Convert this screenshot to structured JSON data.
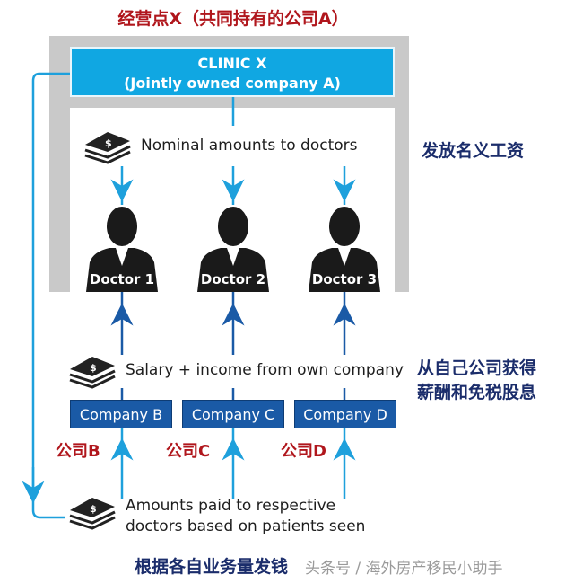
{
  "title": "经营点X（共同持有的公司A）",
  "clinic": {
    "name": "CLINIC X",
    "subtitle": "(Jointly owned company A)"
  },
  "nominal_text": "Nominal amounts to doctors",
  "nominal_cn": "发放名义工资",
  "doctors": [
    "Doctor 1",
    "Doctor 2",
    "Doctor 3"
  ],
  "salary_text": "Salary + income from own company",
  "salary_cn": [
    "从自己公司获得",
    "薪酬和免税股息"
  ],
  "companies": [
    "Company B",
    "Company C",
    "Company D"
  ],
  "companies_cn": [
    "公司B",
    "公司C",
    "公司D"
  ],
  "amounts_text": [
    "Amounts paid to respective",
    "doctors based on patients seen"
  ],
  "amounts_cn": "根据各自业务量发钱",
  "watermark": "头条号 / 海外房产移民小助手",
  "colors": {
    "clinic": "#10a7e2",
    "company": "#1a5aa6",
    "red": "#b0161c",
    "navy": "#1b2d6b",
    "arrow_light": "#1ea0dc",
    "arrow_dark": "#1a5aa6"
  }
}
